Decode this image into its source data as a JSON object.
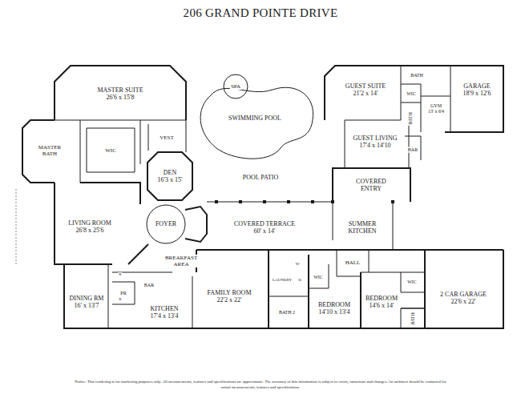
{
  "diagram": {
    "title": "206 GRAND POINTE DRIVE",
    "caption": "Notice: This rendering is for marketing purposes only. All measurements, features and specifications are approximate. The accuracy of this information is subject to errors, omissions and changes. An architect should be contacted for actual measurements, features and specifications.",
    "nodes": [
      {
        "text": [
          "SPA"
        ]
      },
      {
        "text": [
          "MASTER SUITE",
          "26'6 x 15'8"
        ]
      },
      {
        "text": [
          "GUEST SUITE",
          "21'2 x 14'"
        ]
      },
      {
        "text": [
          "BATH"
        ]
      },
      {
        "text": [
          "GARAGE",
          "18'9 x 12'6"
        ]
      },
      {
        "text": [
          "WIC"
        ]
      },
      {
        "text": [
          "GYM",
          "13' x 6'4"
        ]
      },
      {
        "text": [
          "SWIMMING POOL"
        ]
      },
      {
        "text": [
          "BATH"
        ]
      },
      {
        "text": [
          "VEST"
        ]
      },
      {
        "text": [
          "GUEST LIVING",
          "17'4 x 14'10"
        ]
      },
      {
        "text": [
          "MASTER BATH"
        ]
      },
      {
        "text": [
          "WIC"
        ]
      },
      {
        "text": [
          "BAR"
        ]
      },
      {
        "text": [
          "DEN",
          "16'3 x 15'"
        ]
      },
      {
        "text": [
          "POOL PATIO"
        ]
      },
      {
        "text": [
          "COVERED ENTRY"
        ]
      },
      {
        "text": [
          "LIVING ROOM",
          "26'8 x 25'6"
        ]
      },
      {
        "text": [
          "FOYER"
        ]
      },
      {
        "text": [
          "COVERED TERRACE",
          "60' x 14'"
        ]
      },
      {
        "text": [
          "SUMMER KITCHEN"
        ]
      },
      {
        "text": [
          "BREAKFAST AREA"
        ]
      },
      {
        "text": [
          "HALL"
        ]
      },
      {
        "text": [
          "R"
        ]
      },
      {
        "text": [
          "W"
        ]
      },
      {
        "text": [
          "LAUNDRY"
        ]
      },
      {
        "text": [
          "D"
        ]
      },
      {
        "text": [
          "WIC"
        ]
      },
      {
        "text": [
          "WIC"
        ]
      },
      {
        "text": [
          "BAR"
        ]
      },
      {
        "text": [
          "PR"
        ]
      },
      {
        "text": [
          "DINING RM",
          "16' x 13'7"
        ]
      },
      {
        "text": [
          "FAMILY ROOM",
          "22'2 x 22'"
        ]
      },
      {
        "text": [
          "BEDROOM",
          "14'10 x 13'4"
        ]
      },
      {
        "text": [
          "BEDROOM",
          "14'6 x 14'"
        ]
      },
      {
        "text": [
          "2 CAR GARAGE",
          "22'6 x 22'"
        ]
      },
      {
        "text": [
          "R"
        ]
      },
      {
        "text": [
          "KITCHEN",
          "17'4 x 13'4"
        ]
      },
      {
        "text": [
          "BATH 2"
        ]
      },
      {
        "text": [
          "BATH"
        ]
      }
    ]
  }
}
